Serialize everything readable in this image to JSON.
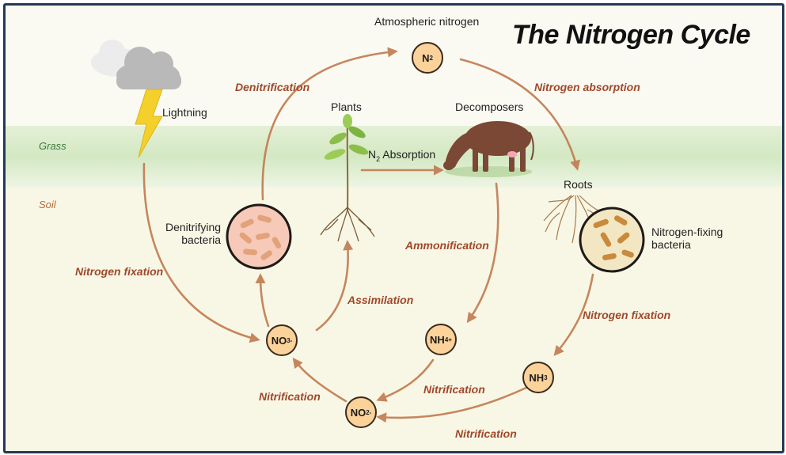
{
  "title": "The Nitrogen Cycle",
  "zones": {
    "grass": "Grass",
    "soil": "Soil"
  },
  "labels": {
    "atmospheric": "Atmospheric nitrogen",
    "lightning": "Lightning",
    "plants": "Plants",
    "decomposers": "Decomposers",
    "n2_absorption_prefix": "N",
    "n2_absorption_sub": "2",
    "n2_absorption_suffix": " Absorption",
    "roots": "Roots",
    "denitrifying_line1": "Denitrifying",
    "denitrifying_line2": "bacteria",
    "nfixing_line1": "Nitrogen-fixing",
    "nfixing_line2": "bacteria"
  },
  "processes": {
    "denitrification": "Denitrification",
    "nitrogen_absorption": "Nitrogen absorption",
    "nitrogen_fixation_left": "Nitrogen fixation",
    "nitrogen_fixation_right": "Nitrogen fixation",
    "ammonification": "Ammonification",
    "assimilation": "Assimilation",
    "nitrification_left": "Nitrification",
    "nitrification_mid": "Nitrification",
    "nitrification_bottom": "Nitrification"
  },
  "nodes": {
    "n2": {
      "base": "N",
      "sub": "2",
      "sup": ""
    },
    "no3": {
      "base": "NO",
      "sub": "3",
      "sup": "-"
    },
    "nh4": {
      "base": "NH",
      "sub": "4",
      "sup": "+"
    },
    "nh3": {
      "base": "NH",
      "sub": "3",
      "sup": ""
    },
    "no2": {
      "base": "NO",
      "sub": "2",
      "sup": "-"
    }
  },
  "colors": {
    "frame": "#243a55",
    "arrow": "#c17a4f",
    "process_text": "#a0482a",
    "grass_band": "#d9ebc8",
    "grass_text": "#3e7a3e",
    "soil_text": "#b26a3c",
    "node_fill": "#fbd29a",
    "bacteria_fill": "#f6c9b8",
    "bacteria_rod": "#e2a27a",
    "nfix_fill": "#f2e7c2",
    "nfix_rod": "#c98a3e",
    "lightning": "#f3d02b",
    "cow": "#7a4834"
  }
}
